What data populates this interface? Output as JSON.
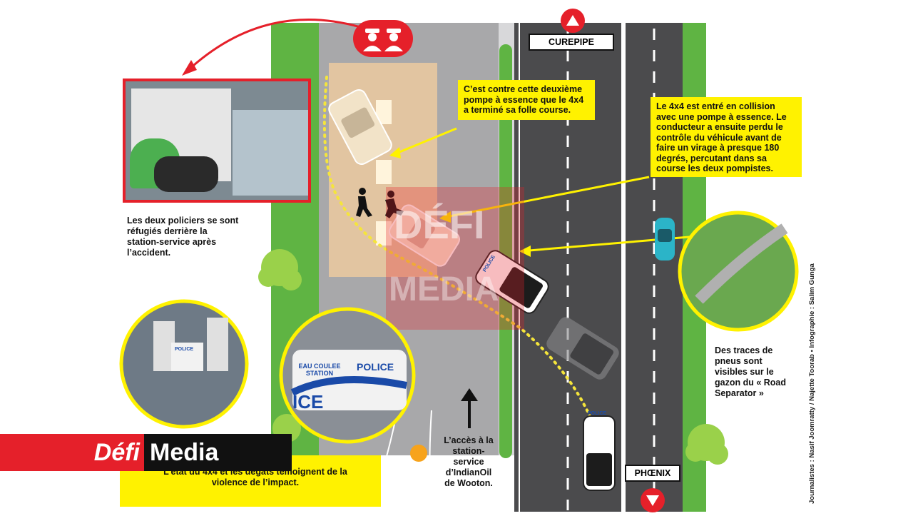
{
  "road_labels": {
    "north": "CUREPIPE",
    "south": "PHŒNIX"
  },
  "callouts": {
    "second_pump": "C’est contre cette deuxième pompe à essence que le 4x4 a terminé sa folle course.",
    "collision": "Le 4x4 est entré en collision avec une pompe à essence. Le conducteur a ensuite perdu le contrôle du véhicule avant de faire un virage à presque 180 degrés, percutant dans sa course les deux pompistes."
  },
  "notes": {
    "policemen": "Les deux policiers se sont réfugiés derrière la station-service après l’accident.",
    "tyre_marks": "Des traces de pneus sont visibles sur le gazon du « Road Separator »",
    "access": "L’accès à la station-service d’IndianOil de Wooton.",
    "damage": "L’état du 4x4 et les dégâts témoignent de la violence de l’impact."
  },
  "vehicle_labels": {
    "police": "POLICE",
    "ice": "ICE",
    "station": "EAU COULEE STATION"
  },
  "credits": "Journalistes : Nasif Joomratty / Najette Toorab • Infographie : Salim Gunga",
  "logo": {
    "defi": "Défi",
    "media": "Media"
  },
  "watermark": {
    "defi": "DÉFI",
    "media": "MEDIA"
  },
  "colors": {
    "callout_yellow": "#fff200",
    "accent_red": "#e5202a",
    "road_gray": "#4b4b4d",
    "grass_green": "#5fb443",
    "station_floor": "#a8a8aa",
    "pump_area": "#e8c8a0",
    "trail_yellow": "#f5e53b"
  }
}
